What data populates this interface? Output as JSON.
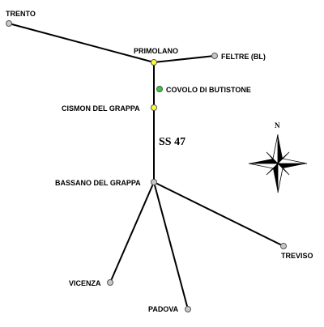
{
  "colors": {
    "background": "#ffffff",
    "road": "#000000",
    "city_marker": "#c8c8c8",
    "town_marker": "#ffff33",
    "poi_marker": "#33cc33",
    "marker_stroke": "#555555"
  },
  "places": {
    "trento": {
      "label": "TRENTO",
      "marker": "gray"
    },
    "primolano": {
      "label": "PRIMOLANO",
      "marker": "yellow"
    },
    "feltre": {
      "label": "FELTRE (BL)",
      "marker": "gray"
    },
    "covolo": {
      "label": "COVOLO DI BUTISTONE",
      "marker": "green"
    },
    "cismon": {
      "label": "CISMON DEL GRAPPA",
      "marker": "yellow"
    },
    "bassano": {
      "label": "BASSANO DEL GRAPPA",
      "marker": "gray"
    },
    "treviso": {
      "label": "TREVISO",
      "marker": "gray"
    },
    "vicenza": {
      "label": "VICENZA",
      "marker": "gray"
    },
    "padova": {
      "label": "PADOVA",
      "marker": "gray"
    }
  },
  "road_label": "SS 47",
  "compass": {
    "north_label": "N",
    "icon": "compass-rose-icon"
  }
}
